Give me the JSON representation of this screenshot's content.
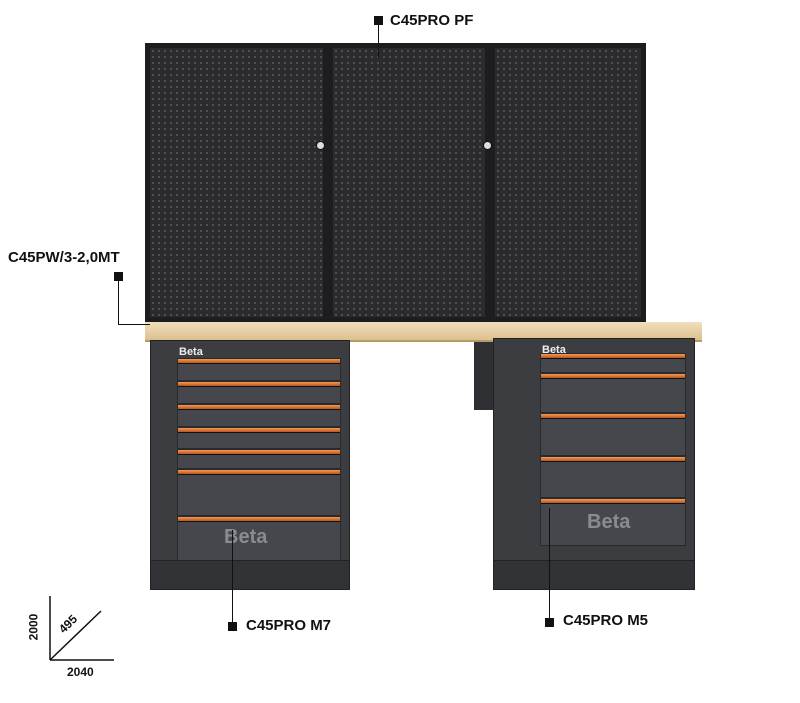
{
  "labels": {
    "pegboard": "C45PRO PF",
    "wall_panel": "C45PW/3-2,0MT",
    "cabinet_left": "C45PRO M7",
    "cabinet_right": "C45PRO M5"
  },
  "brand": "Beta",
  "dimensions": {
    "height": "2000",
    "depth": "495",
    "width": "2040"
  },
  "colors": {
    "handle": "#e8772e",
    "cabinet": "#3c3d41",
    "worktop": "#e8d2a8"
  }
}
